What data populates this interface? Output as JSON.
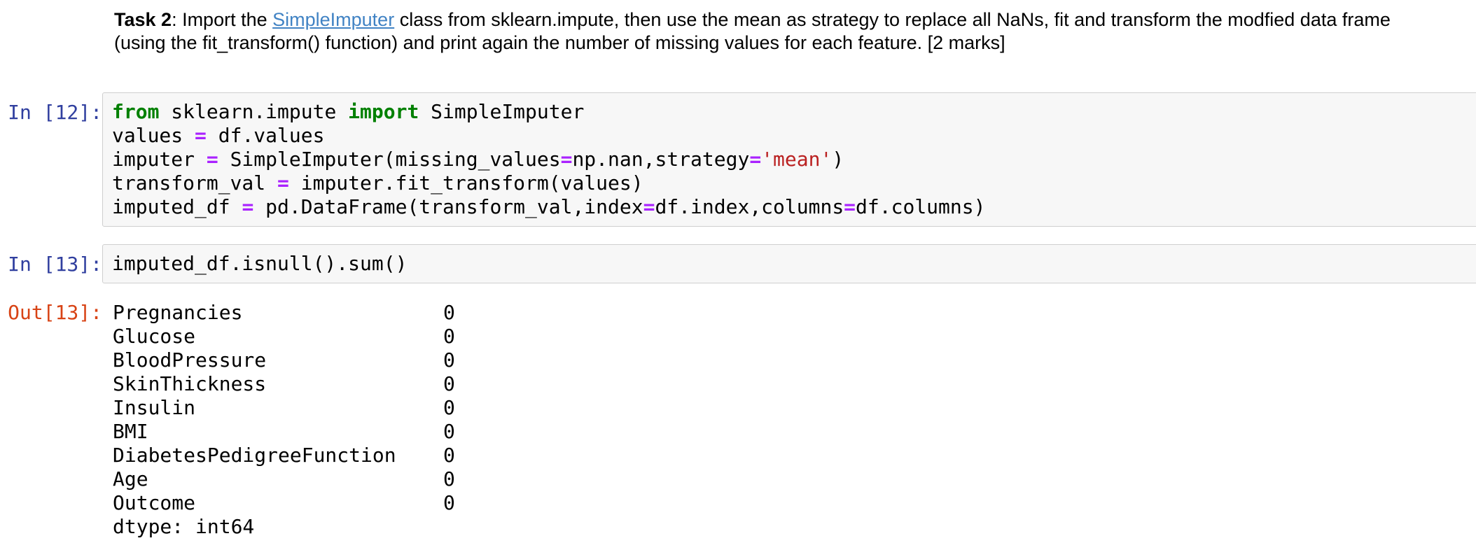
{
  "markdown": {
    "lines": [
      {
        "segments": [
          {
            "text": "Task 2",
            "style": "bold"
          },
          {
            "text": ": Import the ",
            "style": "plain"
          },
          {
            "text": "SimpleImputer",
            "style": "link"
          },
          {
            "text": " class from sklearn.impute, then use the mean as strategy to replace all NaNs, fit and transform the modfied data frame",
            "style": "plain"
          }
        ]
      },
      {
        "segments": [
          {
            "text": "(using the fit_transform() function) and print again the number of missing values for each feature. [2 marks]",
            "style": "plain"
          }
        ]
      }
    ]
  },
  "code_cells": [
    {
      "prompt": "In [12]:",
      "lines": [
        [
          {
            "t": "from",
            "c": "kw"
          },
          {
            "t": " sklearn.impute ",
            "c": "plain"
          },
          {
            "t": "import",
            "c": "kw"
          },
          {
            "t": " SimpleImputer",
            "c": "plain"
          }
        ],
        [
          {
            "t": "values ",
            "c": "plain"
          },
          {
            "t": "=",
            "c": "op"
          },
          {
            "t": " df.values",
            "c": "plain"
          }
        ],
        [
          {
            "t": "imputer ",
            "c": "plain"
          },
          {
            "t": "=",
            "c": "op"
          },
          {
            "t": " SimpleImputer(missing_values",
            "c": "plain"
          },
          {
            "t": "=",
            "c": "op"
          },
          {
            "t": "np.nan,strategy",
            "c": "plain"
          },
          {
            "t": "=",
            "c": "op"
          },
          {
            "t": "'mean'",
            "c": "str"
          },
          {
            "t": ")",
            "c": "plain"
          }
        ],
        [
          {
            "t": "transform_val ",
            "c": "plain"
          },
          {
            "t": "=",
            "c": "op"
          },
          {
            "t": " imputer.fit_transform(values)",
            "c": "plain"
          }
        ],
        [
          {
            "t": "imputed_df ",
            "c": "plain"
          },
          {
            "t": "=",
            "c": "op"
          },
          {
            "t": " pd.DataFrame(transform_val,index",
            "c": "plain"
          },
          {
            "t": "=",
            "c": "op"
          },
          {
            "t": "df.index,columns",
            "c": "plain"
          },
          {
            "t": "=",
            "c": "op"
          },
          {
            "t": "df.columns)",
            "c": "plain"
          }
        ]
      ]
    },
    {
      "prompt": "In [13]:",
      "lines": [
        [
          {
            "t": "imputed_df.isnull().sum()",
            "c": "plain"
          }
        ]
      ]
    }
  ],
  "output_cell": {
    "prompt": "Out[13]:",
    "rows": [
      {
        "label": "Pregnancies",
        "value": "0"
      },
      {
        "label": "Glucose",
        "value": "0"
      },
      {
        "label": "BloodPressure",
        "value": "0"
      },
      {
        "label": "SkinThickness",
        "value": "0"
      },
      {
        "label": "Insulin",
        "value": "0"
      },
      {
        "label": "BMI",
        "value": "0"
      },
      {
        "label": "DiabetesPedigreeFunction",
        "value": "0"
      },
      {
        "label": "Age",
        "value": "0"
      },
      {
        "label": "Outcome",
        "value": "0"
      }
    ],
    "dtype_line": "dtype: int64"
  },
  "colors": {
    "in_prompt": "#303F9F",
    "out_prompt": "#D84315",
    "keyword": "#008000",
    "operator": "#AA22FF",
    "string": "#BA2121",
    "link": "#4183C4",
    "cell_background": "#f7f7f7",
    "cell_border": "#cfcfcf"
  }
}
